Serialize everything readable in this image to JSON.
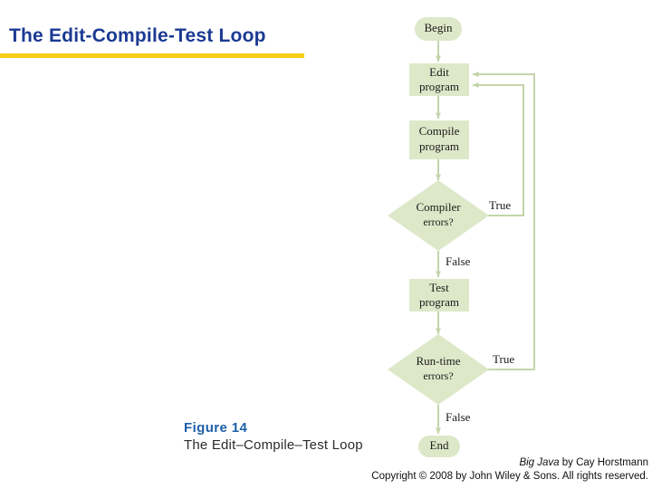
{
  "slide": {
    "title": "The Edit-Compile-Test Loop",
    "title_color": "#1b3a93",
    "underline_color": "#f5cf16"
  },
  "figure": {
    "number": "Figure 14",
    "caption": "The Edit–Compile–Test Loop",
    "number_color": "#1d5fa8"
  },
  "footer": {
    "book_title": "Big Java",
    "byline": " by Cay Horstmann",
    "copyright": "Copyright © 2008 by John Wiley & Sons.  All rights reserved."
  },
  "flowchart": {
    "fill_color": "#dde8c9",
    "line_color": "#b9cda0",
    "nodes": [
      {
        "id": "begin",
        "label": "Begin",
        "shape": "stadium"
      },
      {
        "id": "edit",
        "label": "Edit\nprogram",
        "shape": "rect"
      },
      {
        "id": "compile",
        "label": "Compile\nprogram",
        "shape": "rect"
      },
      {
        "id": "cerrors",
        "label": "Compiler\nerrors?",
        "shape": "diamond"
      },
      {
        "id": "test",
        "label": "Test\nprogram",
        "shape": "rect"
      },
      {
        "id": "rterrors",
        "label": "Run-time\nerrors?",
        "shape": "diamond"
      },
      {
        "id": "end",
        "label": "End",
        "shape": "stadium"
      }
    ],
    "node_labels": {
      "begin": "Begin",
      "edit_line1": "Edit",
      "edit_line2": "program",
      "compile_line1": "Compile",
      "compile_line2": "program",
      "compiler_errors_line1": "Compiler",
      "compiler_errors_line2": "errors?",
      "test_line1": "Test",
      "test_line2": "program",
      "runtime_errors_line1": "Run-time",
      "runtime_errors_line2": "errors?",
      "end": "End"
    },
    "edge_labels": {
      "compiler_true": "True",
      "compiler_false": "False",
      "runtime_true": "True",
      "runtime_false": "False"
    }
  }
}
